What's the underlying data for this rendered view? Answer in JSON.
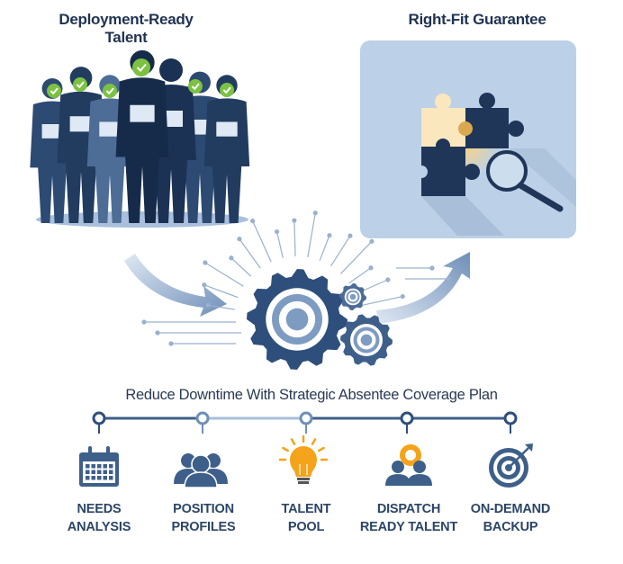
{
  "left_title": [
    "Deployment-Ready",
    "Talent"
  ],
  "right_title": "Right-Fit Guarantee",
  "subtitle": "Reduce Downtime With Strategic Absentee Coverage Plan",
  "steps": [
    {
      "icon": "calendar-icon",
      "line1": "NEEDS",
      "line2": "ANALYSIS"
    },
    {
      "icon": "people-group-icon",
      "line1": "POSITION",
      "line2": "PROFILES"
    },
    {
      "icon": "lightbulb-icon",
      "line1": "TALENT",
      "line2": "POOL"
    },
    {
      "icon": "dispatch-people-icon",
      "line1": "DISPATCH",
      "line2": "READY TALENT"
    },
    {
      "icon": "target-icon",
      "line1": "ON-DEMAND",
      "line2": "BACKUP"
    }
  ],
  "colors": {
    "navy": "#1f3658",
    "steel": "#3e5f8a",
    "panel": "#bcd1e7",
    "check": "#7cc242",
    "accent": "#f5a31a",
    "cream": "#fbe7bd"
  }
}
